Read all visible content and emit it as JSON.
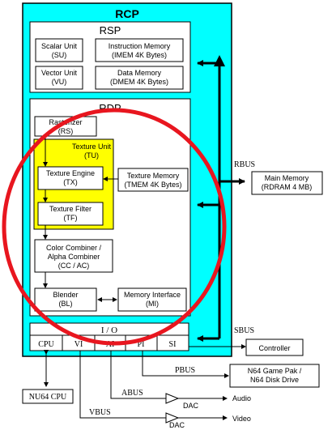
{
  "rcp": {
    "title": "RCP"
  },
  "rsp": {
    "title": "RSP",
    "su": {
      "line1": "Scalar Unit",
      "line2": "(SU)"
    },
    "imem": {
      "line1": "Instruction Memory",
      "line2": "(IMEM  4K Bytes)"
    },
    "vu": {
      "line1": "Vector Unit",
      "line2": "(VU)"
    },
    "dmem": {
      "line1": "Data Memory",
      "line2": "(DMEM  4K Bytes)"
    }
  },
  "rdp": {
    "title": "RDP",
    "rs": {
      "line1": "Rasterizer",
      "line2": "(RS)"
    },
    "tu": {
      "line1": "Texture Unit",
      "line2": "(TU)"
    },
    "tx": {
      "line1": "Texture Engine",
      "line2": "(TX)"
    },
    "tf": {
      "line1": "Texture Filter",
      "line2": "(TF)"
    },
    "tmem": {
      "line1": "Texture Memory",
      "line2": "(TMEM 4K Bytes)"
    },
    "cc": {
      "line1": "Color Combiner /",
      "line2": "Alpha Combiner",
      "line3": "(CC / AC)"
    },
    "bl": {
      "line1": "Blender",
      "line2": "(BL)"
    },
    "mi": {
      "line1": "Memory Interface",
      "line2": "(MI)"
    }
  },
  "io": {
    "title": "I / O",
    "ports": [
      "CPU",
      "VI",
      "AI",
      "PI",
      "SI"
    ]
  },
  "external": {
    "rbus": "RBUS",
    "main_memory": {
      "line1": "Main Memory",
      "line2": "(RDRAM 4 MB)"
    },
    "sbus": "SBUS",
    "controller": "Controller",
    "pbus": "PBUS",
    "gamepak": {
      "line1": "N64 Game Pak /",
      "line2": "N64 Disk Drive"
    },
    "cpu": "NU64 CPU",
    "abus": "ABUS",
    "dac_audio": "DAC",
    "audio": "Audio",
    "vbus": "VBUS",
    "dac_video": "DAC",
    "video": "Video"
  },
  "colors": {
    "rcp_fill": "#00ffff",
    "texture_unit_fill": "#ffff00",
    "highlight_ellipse": "#e8161f",
    "bus_arrow": "#000000"
  }
}
